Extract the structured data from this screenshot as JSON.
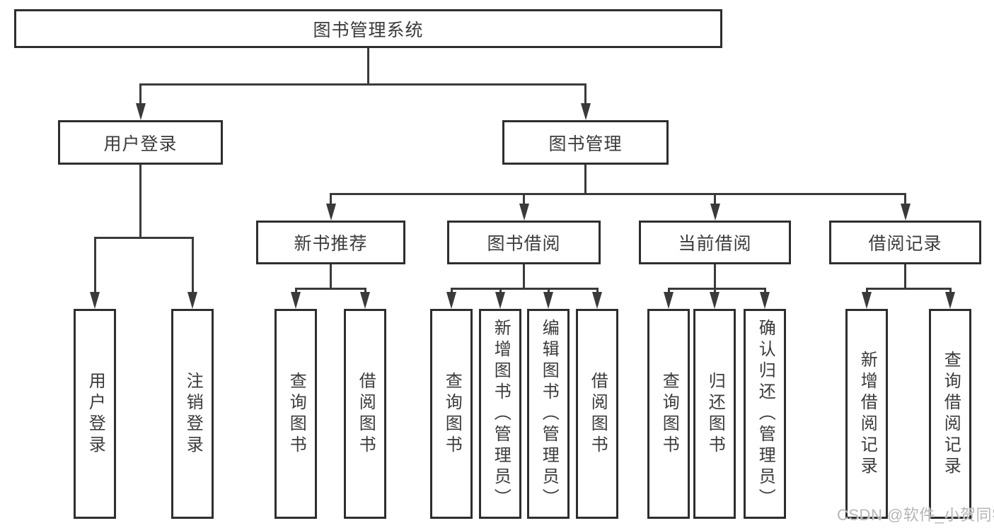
{
  "nodes": {
    "root": "图书管理系统",
    "user_login": "用户登录",
    "book_mgmt": "图书管理",
    "new_book": "新书推荐",
    "book_borrow": "图书借阅",
    "current_borrow": "当前借阅",
    "borrow_record": "借阅记录",
    "leaves_user": [
      "用户登录",
      "注销登录"
    ],
    "leaves_new_book": [
      "查询图书",
      "借阅图书"
    ],
    "leaves_book_borrow": [
      "查询图书",
      "新增图书（管理员）",
      "编辑图书（管理员）",
      "借阅图书"
    ],
    "leaves_current": [
      "查询图书",
      "归还图书",
      "确认归还（管理员）"
    ],
    "leaves_record": [
      "新增借阅记录",
      "查询借阅记录"
    ]
  },
  "watermark": "CSDN @软件_小贺同学",
  "colors": {
    "line": "#3a3a3a",
    "box_border": "#2e2e2e",
    "text": "#3b3b3b",
    "watermark": "#b6b6b6",
    "background": "#ffffff"
  }
}
